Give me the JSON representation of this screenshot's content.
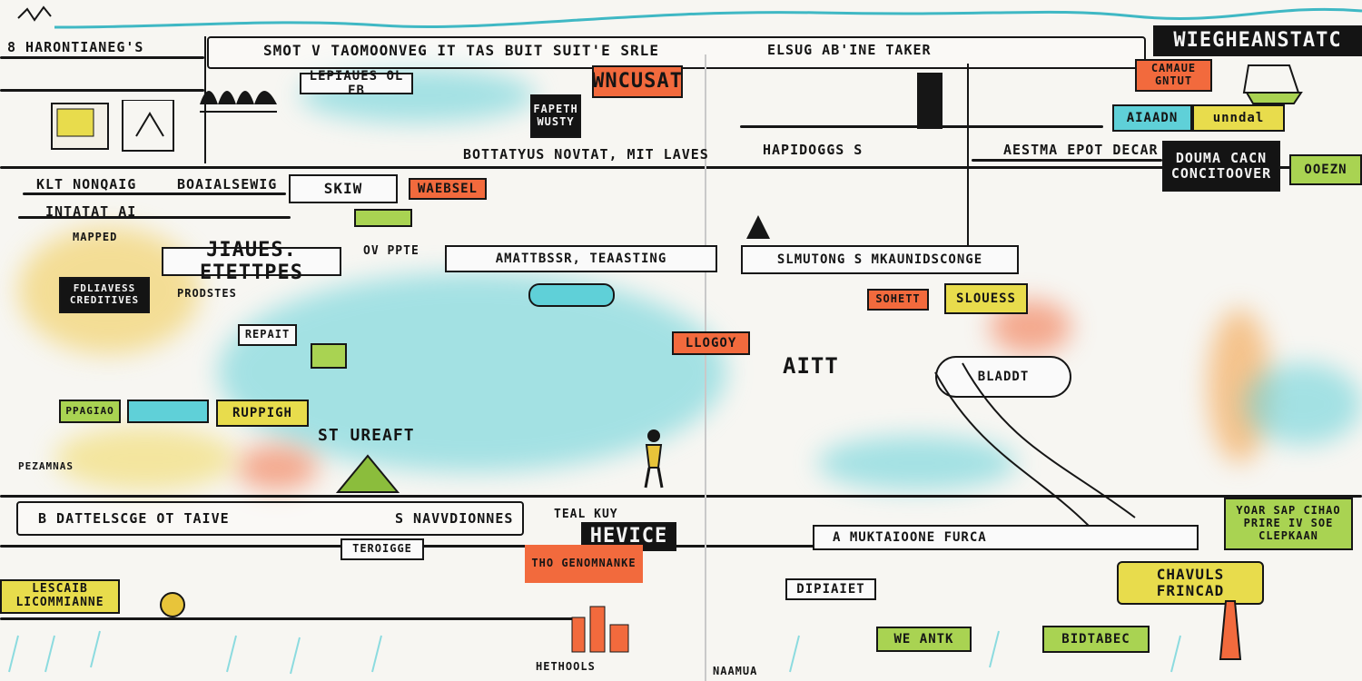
{
  "colors": {
    "paper": "#f7f6f2",
    "ink": "#161616",
    "orange": "#f26a3d",
    "yellow": "#e8dc4c",
    "green": "#a9d352",
    "cyan": "#5fd0d8"
  },
  "header": {
    "top_left": "8 HARONTIANEG'S",
    "top_banner": "SMOT V TAOMOONVEG IT TAS BUIT SUIT'E SRLE",
    "top_right_banner": "ELSUG AB'INE TAKER",
    "title_tag": "WIEGHEANSTATC"
  },
  "row1": {
    "lepiaues": "LEPIAUES OL EB",
    "wncusat": "WNCUSAT",
    "fapeth": "FAPETH WUSTY",
    "bottatyus": "BOTTATYUS NOVTAT, MIT LAVES",
    "hapidoggs": "HAPIDOGGS S",
    "aestma": "AESTMA EPOT DECAR",
    "camaue": "CAMAUE GNTUT",
    "aiaadn": "AIAADN",
    "yellow_tag": "unndal",
    "douma": "DOUMA CACN CONCITOOVER",
    "green_tag": "OOEZN"
  },
  "row2": {
    "klt": "KLT NONQAIG",
    "boaial": "BOAIALSEWIG",
    "skiw": "SKIW",
    "waebsel": "WAEBSEL",
    "intatat": "INTATAT AI",
    "mapped": "MAPPED"
  },
  "row3": {
    "jiaues": "JIAUES. ETETTPES",
    "ovppte": "OV PPTE",
    "amattbssr": "AMATTBSSR, TEAASTING",
    "slmutong": "SLMUTONG S MKAUNIDSCONGE",
    "fdliavess": "FDLIAVESS CREDITIVES",
    "prodstes": "PRODSTES",
    "repait": "REPAIT",
    "rupppigh": "RUPPIGH",
    "ppagiao": "PPAGIAO",
    "st_ureaft": "ST UREAFT",
    "sohett": "SOHETT",
    "slouess": "SLOUESS",
    "llogoy": "LLOGOY",
    "aitt": "AITT",
    "bladdt": "BLADDT",
    "pezamnas": "PEZAMNAS"
  },
  "bottom": {
    "band": "B DATTELSCGE OT TAIVE",
    "navvdionnes": "S NAVVDIONNES",
    "teal_kuy": "TEAL KUY",
    "hevice": "HEVICE",
    "tho": "THO GENOMNANKE",
    "lescaib": "LESCAIB LICOMMIANNE",
    "teroigge": "TEROIGGE",
    "mukta": "A MUKTAIOONE FURCA",
    "yoar": "YOAR SAP CIHAO PRIRE IV SOE CLEPKAAN",
    "dipiaiet": "DIPIAIET",
    "chavuls": "CHAVULS FRINCAD",
    "weantk": "WE ANTK",
    "bidtabec": "BIDTABEC",
    "hethools": "HETHOOLS",
    "naamua": "NAAMUA"
  }
}
